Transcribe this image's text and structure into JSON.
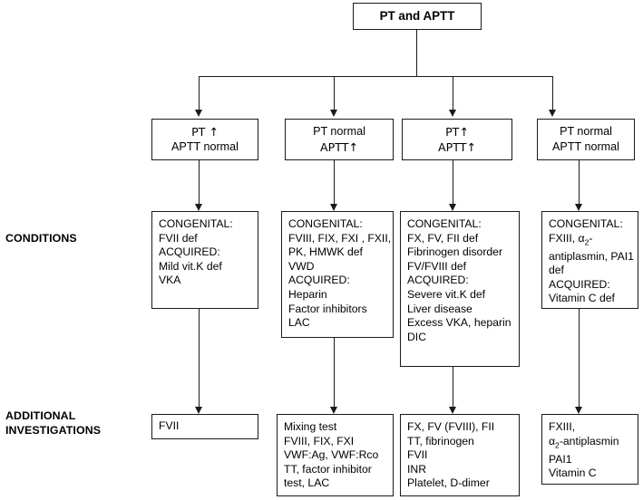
{
  "title_box": {
    "label": "PT and APTT"
  },
  "row_labels": {
    "conditions": "CONDITIONS",
    "additional_investigations": "ADDITIONAL\nINVESTIGATIONS"
  },
  "branches": [
    {
      "id": "branch-1",
      "decision": {
        "line1": "PT ↑",
        "line2": "APTT normal"
      },
      "conditions": [
        "CONGENITAL:",
        "FVII def",
        "ACQUIRED:",
        "Mild vit.K def",
        "VKA"
      ],
      "investigations": [
        "FVII"
      ]
    },
    {
      "id": "branch-2",
      "decision": {
        "line1": "PT normal",
        "line2": "APTT↑"
      },
      "conditions": [
        "CONGENITAL:",
        "FVIII, FIX, FXI , FXII,",
        "PK, HMWK def",
        "VWD",
        "ACQUIRED:",
        "Heparin",
        "Factor inhibitors",
        "LAC"
      ],
      "investigations": [
        "Mixing test",
        "FVIII, FIX, FXI",
        "VWF:Ag, VWF:Rco",
        "TT, factor inhibitor",
        "test, LAC"
      ]
    },
    {
      "id": "branch-3",
      "decision": {
        "line1": "PT↑",
        "line2": "APTT↑"
      },
      "conditions": [
        "CONGENITAL:",
        "FX, FV, FII def",
        "Fibrinogen disorder",
        "FV/FVIII def",
        "ACQUIRED:",
        "Severe vit.K def",
        "Liver disease",
        "Excess VKA, heparin",
        "DIC"
      ],
      "investigations": [
        "FX, FV (FVIII), FII",
        "TT, fibrinogen",
        "FVII",
        "INR",
        "Platelet, D-dimer"
      ]
    },
    {
      "id": "branch-4",
      "decision": {
        "line1": "PT normal",
        "line2": "APTT normal"
      },
      "conditions": [
        "CONGENITAL:",
        "FXIII, α₂-",
        "antiplasmin, PAI1",
        "def",
        "ACQUIRED:",
        "Vitamin C def"
      ],
      "investigations": [
        "FXIII,",
        "α₂-antiplasmin",
        "PAI1",
        "Vitamin C"
      ]
    }
  ],
  "colors": {
    "stroke": "#1a1a1a",
    "background": "#ffffff",
    "text": "#000000"
  }
}
